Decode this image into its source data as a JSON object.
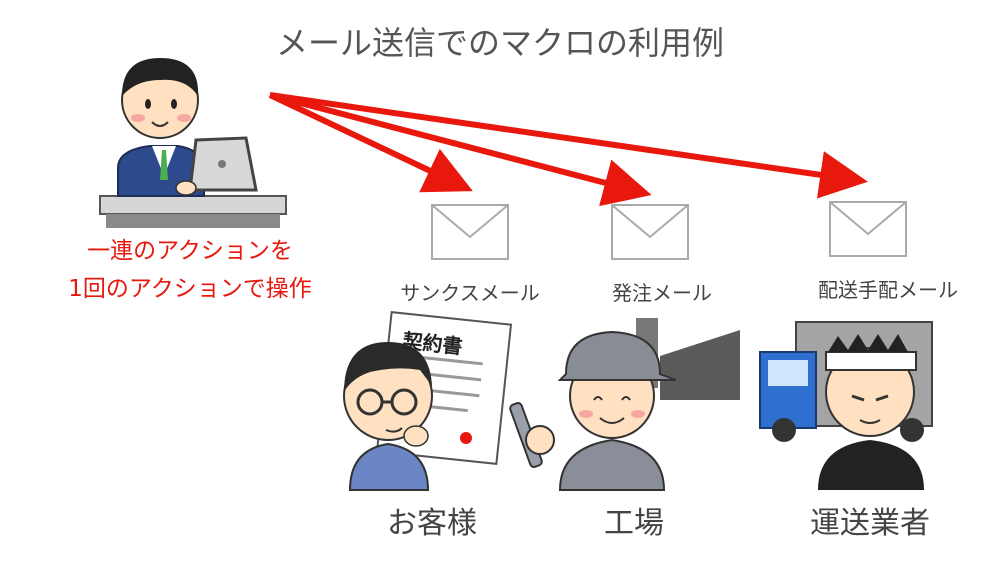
{
  "title": "メール送信でのマクロの利用例",
  "caption": {
    "line1": "一連のアクションを",
    "line2": "1回のアクションで操作"
  },
  "mails": [
    {
      "label": "サンクスメール"
    },
    {
      "label": "発注メール"
    },
    {
      "label": "配送手配メール"
    }
  ],
  "recipients": [
    {
      "label": "お客様",
      "document": "契約書"
    },
    {
      "label": "工場"
    },
    {
      "label": "運送業者"
    }
  ],
  "colors": {
    "arrow": "#e8180d",
    "caption": "#e8180d",
    "text": "#444444"
  }
}
